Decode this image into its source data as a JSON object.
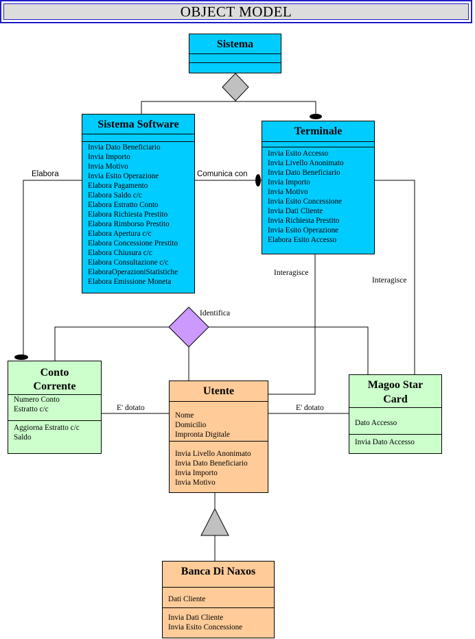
{
  "title": "OBJECT MODEL",
  "classes": {
    "sistema": {
      "name": "Sistema",
      "attributes": [],
      "operations": []
    },
    "sistema_software": {
      "name": "Sistema Software",
      "operations": [
        "Invia Dato Beneficiario",
        "Invia Importo",
        "Invia Motivo",
        "Invia Esito Operazione",
        "Elabora Pagamento",
        "Elabora Saldo c/c",
        "Elabora Estratto Conto",
        "Elabora Richiesta Prestito",
        "Elabora Rimborso Prestito",
        "Elabora Apertura c/c",
        "Elabora Concessione Prestito",
        "Elabora Chiusura c/c",
        "Elabora Consultazione c/c",
        "ElaboraOperazioniStatistiche",
        "Elabora Emissione Moneta"
      ]
    },
    "terminale": {
      "name": "Terminale",
      "operations": [
        "Invia Esito Accesso",
        "Invia Livello Anonimato",
        "Invia Dato Beneficiario",
        "Invia Importo",
        "Invia Motivo",
        "Invia Esito Concessione",
        "Invia Dati Cliente",
        "Invia Richiesta Prestito",
        "Invia Esito Operazione",
        "Elabora Esito Accesso"
      ]
    },
    "conto_corrente": {
      "name_line1": "Conto",
      "name_line2": "Corrente",
      "attributes": [
        "Numero Conto",
        "Estratto c/c"
      ],
      "operations": [
        "Aggiorna Estratto c/c",
        "Saldo"
      ]
    },
    "utente": {
      "name": "Utente",
      "attributes": [
        "Nome",
        "Domicilio",
        "Impronta Digitale"
      ],
      "operations": [
        "Invia Livello Anonimato",
        "Invia Dato Beneficiario",
        "Invia Importo",
        "Invia Motivo"
      ]
    },
    "magoo": {
      "name_line1": "Magoo Star",
      "name_line2": "Card",
      "attributes": [
        "Dato Accesso"
      ],
      "operations": [
        "Invia Dato Accesso"
      ]
    },
    "banca": {
      "name": "Banca Di Naxos",
      "attributes": [
        "Dati Cliente"
      ],
      "operations": [
        "Invia Dati Cliente",
        "Invia Esito Concessione"
      ]
    }
  },
  "associations": {
    "elabora": "Elabora",
    "comunica_con": "Comunica con",
    "interagisce_left": "Interagisce",
    "interagisce_right": "Interagisce",
    "identifica": "Identifica",
    "e_dotato_left": "E' dotato",
    "e_dotato_right": "E' dotato"
  },
  "colors": {
    "cyan": "#00ccff",
    "green": "#ccffcc",
    "orange": "#ffcc99",
    "diamond_grey": "#c0c0c0",
    "diamond_purple": "#cc99ff",
    "title_border": "#1c1cc8"
  }
}
